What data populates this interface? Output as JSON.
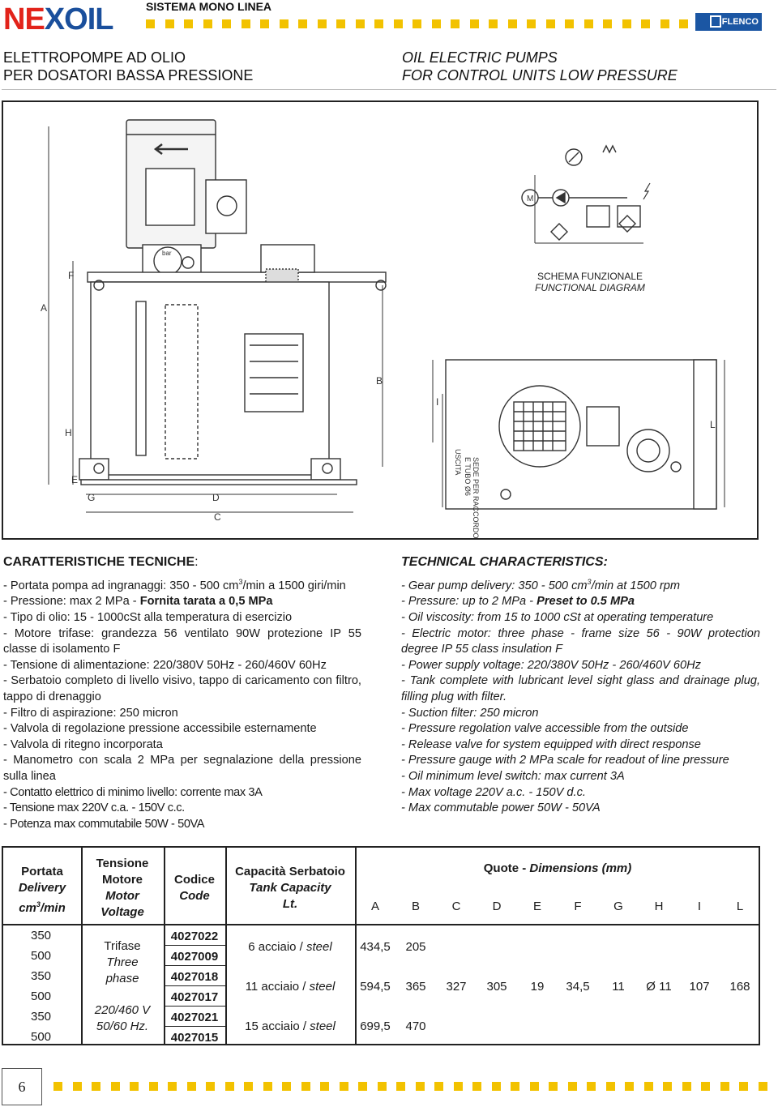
{
  "header": {
    "logo_text_a": "NE",
    "logo_text_b": "X",
    "logo_text_c": "OIL",
    "series": "SISTEMA MONO LINEA",
    "brand": "FLENCO",
    "title_it_1": "ELETTROPOMPE AD OLIO",
    "title_it_2": "PER DOSATORI BASSA PRESSIONE",
    "title_en_1": "OIL ELECTRIC PUMPS",
    "title_en_2": "FOR CONTROL UNITS LOW PRESSURE"
  },
  "drawing": {
    "labels": {
      "A": "A",
      "B": "B",
      "C": "C",
      "D": "D",
      "E": "E",
      "F": "F",
      "G": "G",
      "H": "H",
      "I": "I",
      "L": "L"
    },
    "diagram_caption_it": "SCHEMA FUNZIONALE",
    "diagram_caption_en": "FUNCTIONAL DIAGRAM",
    "motor_label": "M",
    "side_label_1": "SEDE PER RACCORDO",
    "side_label_2": "E TUBO Ø6",
    "side_label_3": "USCITA",
    "gauge_label": "bar"
  },
  "it": {
    "title": "CARATTERISTICHE TECNICHE",
    "title_suffix": ":",
    "l1_a": "- Portata pompa ad ingranaggi: 350 - 500 cm",
    "l1_sup": "3",
    "l1_b": "/min a 1500 giri/min",
    "l2_a": "- Pressione: max 2 MPa - ",
    "l2_b": "Fornita tarata a 0,5 MPa",
    "l3": "- Tipo di olio: 15 - 1000cSt alla temperatura di esercizio",
    "l4": "- Motore trifase: grandezza 56 ventilato 90W protezione IP 55 classe di isolamento F",
    "l5": "- Tensione di alimentazione: 220/380V 50Hz - 260/460V 60Hz",
    "l6": "- Serbatoio completo di livello visivo, tappo di caricamento con filtro, tappo di drenaggio",
    "l7": "- Filtro di aspirazione: 250 micron",
    "l8": "- Valvola di regolazione pressione accessibile esternamente",
    "l9": "- Valvola di ritegno incorporata",
    "l10": "- Manometro con scala 2 MPa per segnalazione della pressione sulla linea",
    "l11": "- Contatto elettrico di minimo livello: corrente max 3A",
    "l12": "- Tensione max 220V c.a. - 150V c.c.",
    "l13": "- Potenza max commutabile 50W - 50VA"
  },
  "en": {
    "title": "TECHNICAL CHARACTERISTICS:",
    "l1_a": "- Gear pump delivery: 350 - 500 cm",
    "l1_sup": "3",
    "l1_b": "/min at 1500 rpm",
    "l2_a": "- Pressure: up to 2 MPa - ",
    "l2_b": "Preset to 0.5 MPa",
    "l3": "- Oil viscosity: from 15 to 1000 cSt at operating temperature",
    "l4": "- Electric motor: three phase - frame size 56 - 90W protection degree IP 55 class insulation F",
    "l5": "- Power supply voltage: 220/380V 50Hz - 260/460V 60Hz",
    "l6": "- Tank complete with lubricant level sight glass and drainage plug, filling plug with filter.",
    "l7": "- Suction filter: 250 micron",
    "l8": "- Pressure regolation valve accessible from the outside",
    "l9": "- Release valve for system equipped with direct response",
    "l10": "- Pressure gauge with 2 MPa scale for readout of line pressure",
    "l11": "- Oil minimum level switch: max current 3A",
    "l12": "- Max voltage 220V a.c. - 150V d.c.",
    "l13": "- Max commutable power 50W - 50VA"
  },
  "table": {
    "h_portata_it": "Portata",
    "h_portata_en": "Delivery",
    "h_portata_unit_a": "cm",
    "h_portata_unit_sup": "3",
    "h_portata_unit_b": "/min",
    "h_tension_it_1": "Tensione",
    "h_tension_it_2": "Motore",
    "h_tension_en_1": "Motor",
    "h_tension_en_2": "Voltage",
    "h_code_it": "Codice",
    "h_code_en": "Code",
    "h_tank_it": "Capacità Serbatoio",
    "h_tank_en_1": "Tank Capacity",
    "h_tank_en_2": "Lt.",
    "h_quote_it": "Quote - ",
    "h_quote_en": "Dimensions (mm)",
    "dim_cols": [
      "A",
      "B",
      "C",
      "D",
      "E",
      "F",
      "G",
      "H",
      "I",
      "L"
    ],
    "flows": [
      "350",
      "500",
      "350",
      "500",
      "350",
      "500"
    ],
    "voltage_1": "Trifase",
    "voltage_2": "Three",
    "voltage_3": "phase",
    "voltage_4": "220/460 V",
    "voltage_5": "50/60 Hz.",
    "codes": [
      "4027022",
      "4027009",
      "4027018",
      "4027017",
      "4027021",
      "4027015"
    ],
    "tanks": [
      {
        "it": "6 acciaio / ",
        "en": "steel",
        "A": "434,5",
        "B": "205"
      },
      {
        "it": "11 acciaio / ",
        "en": "steel",
        "A": "594,5",
        "B": "365"
      },
      {
        "it": "15 acciaio / ",
        "en": "steel",
        "A": "699,5",
        "B": "470"
      }
    ],
    "common": {
      "C": "327",
      "D": "305",
      "E": "19",
      "F": "34,5",
      "G": "11",
      "H": "Ø 11",
      "I": "107",
      "L": "168"
    }
  },
  "footer": {
    "page_number": "6"
  },
  "colors": {
    "brand_red": "#e2231a",
    "brand_blue": "#1b56a3",
    "accent_yellow": "#f2c200"
  }
}
